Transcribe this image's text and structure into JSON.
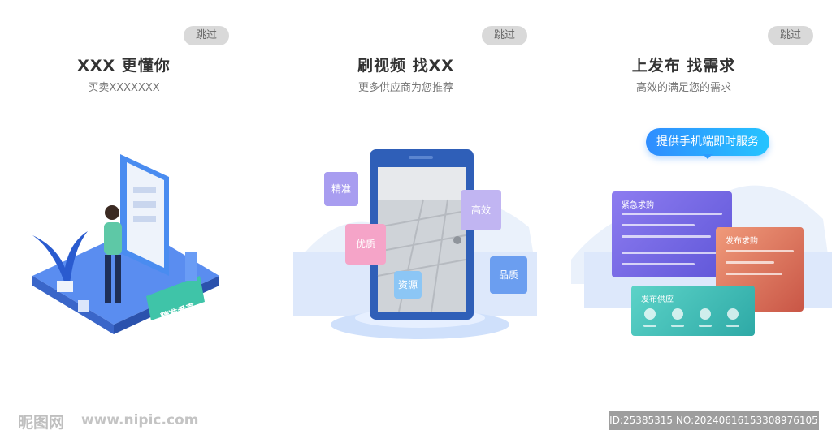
{
  "screens": [
    {
      "skip": "跳过",
      "title": "XXX  更懂你",
      "subtitle": "买卖XXXXXXX",
      "sign": "精准番直"
    },
    {
      "skip": "跳过",
      "title": "刷视频 找XX",
      "subtitle": "更多供应商为您推荐",
      "tags": [
        "精准",
        "高效",
        "优质",
        "资源",
        "品质"
      ]
    },
    {
      "skip": "跳过",
      "title": "上发布 找需求",
      "subtitle": "高效的满足您的需求",
      "bubble": "提供手机端即时服务",
      "cards": [
        "紧急求购",
        "发布求购",
        "发布供应"
      ]
    }
  ],
  "watermark": {
    "logo": "昵图网",
    "url": "www.nipic.com",
    "id": "ID:25385315 NO:20240616153308976105"
  },
  "colors": {
    "blue": "#2f6fd8",
    "purple": "#7a64e8",
    "coral": "#e8735c",
    "teal": "#3fc4b8"
  }
}
